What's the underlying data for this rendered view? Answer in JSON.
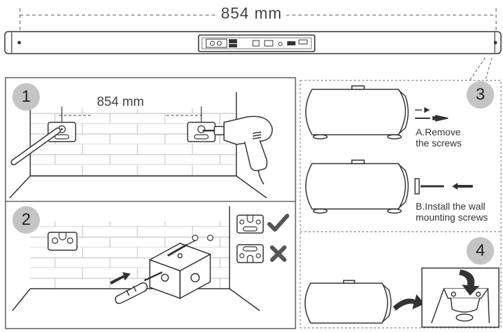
{
  "soundbar": {
    "width_label": "854 mm"
  },
  "panel1": {
    "step_number": "1",
    "distance_label": "854 mm"
  },
  "panel2": {
    "step_number": "2"
  },
  "panel3": {
    "step_number": "3",
    "instruction_a_line1": "A.Remove",
    "instruction_a_line2": "the screws",
    "instruction_b_line1": "B.Install the wall",
    "instruction_b_line2": "mounting screws"
  },
  "panel4": {
    "step_number": "4"
  },
  "colors": {
    "line": "#333333",
    "step_circle": "#c4c4c4",
    "brick": "#c8c8c8",
    "dashed": "#777777"
  },
  "icons": {
    "correct": "checkmark-icon",
    "wrong": "cross-icon"
  }
}
